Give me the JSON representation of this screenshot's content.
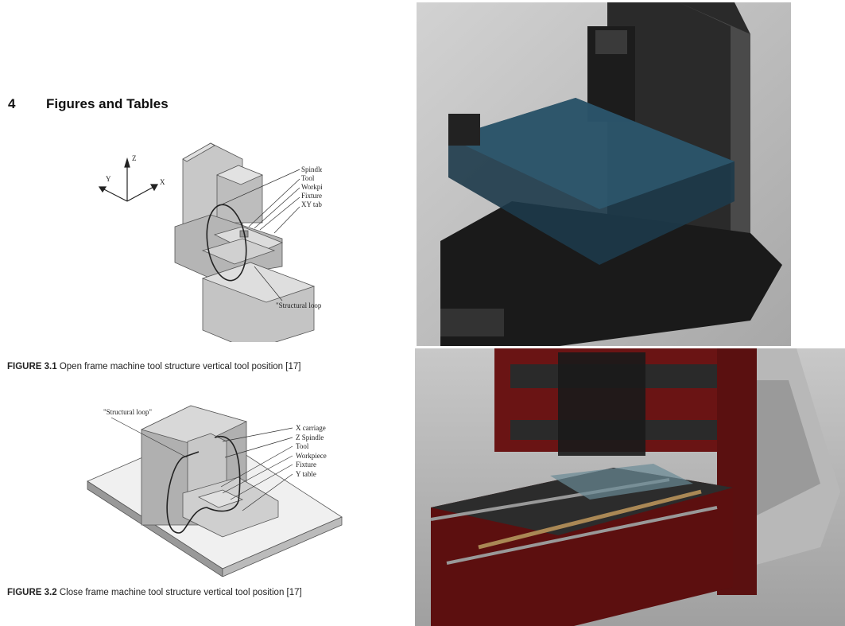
{
  "section": {
    "number": "4",
    "title": "Figures and Tables"
  },
  "figure1": {
    "label": "FIGURE 3.1",
    "caption": " Open frame machine tool structure vertical tool position [17]",
    "axes": [
      "Z",
      "Y",
      "X"
    ],
    "callouts": [
      "Spindle",
      "Tool",
      "Workpiece",
      "Fixture",
      "XY table"
    ],
    "loop_label": "\"Structural loop\""
  },
  "figure2": {
    "label": "FIGURE 3.2",
    "caption": " Close frame machine tool structure vertical tool position [17]",
    "callouts": [
      "X carriage",
      "Z Spindle",
      "Tool",
      "Workpiece",
      "Fixture",
      "Y table"
    ],
    "loop_label": "\"Structural loop\""
  }
}
